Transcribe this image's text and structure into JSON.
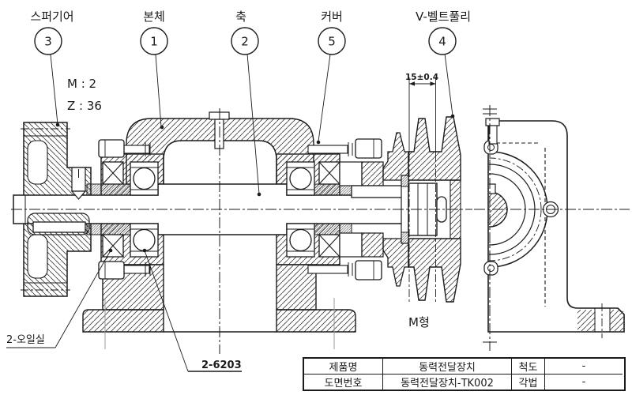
{
  "callouts": {
    "spur_gear": {
      "label": "스퍼기어",
      "number": "3"
    },
    "body": {
      "label": "본체",
      "number": "1"
    },
    "shaft": {
      "label": "축",
      "number": "2"
    },
    "cover": {
      "label": "커버",
      "number": "5"
    },
    "pulley": {
      "label": "V-벨트풀리",
      "number": "4"
    }
  },
  "gear_spec": {
    "module": "M : 2",
    "teeth": "Z : 36"
  },
  "dimensions": {
    "groove_pitch": "15±0.4"
  },
  "notes": {
    "oil_seal": "2-오일실",
    "bearings": "2-6203",
    "pulley_type": "M형"
  },
  "colors": {
    "line": "#1b1b1b",
    "aux_gray": "#9a9a9a",
    "background": "#ffffff"
  },
  "title_block": {
    "rows": [
      {
        "c1": "제품명",
        "c2": "동력전달장치",
        "c3": "척도",
        "c4": "-"
      },
      {
        "c1": "도면번호",
        "c2": "동력전달장치-TK002",
        "c3": "각법",
        "c4": "-"
      }
    ]
  }
}
